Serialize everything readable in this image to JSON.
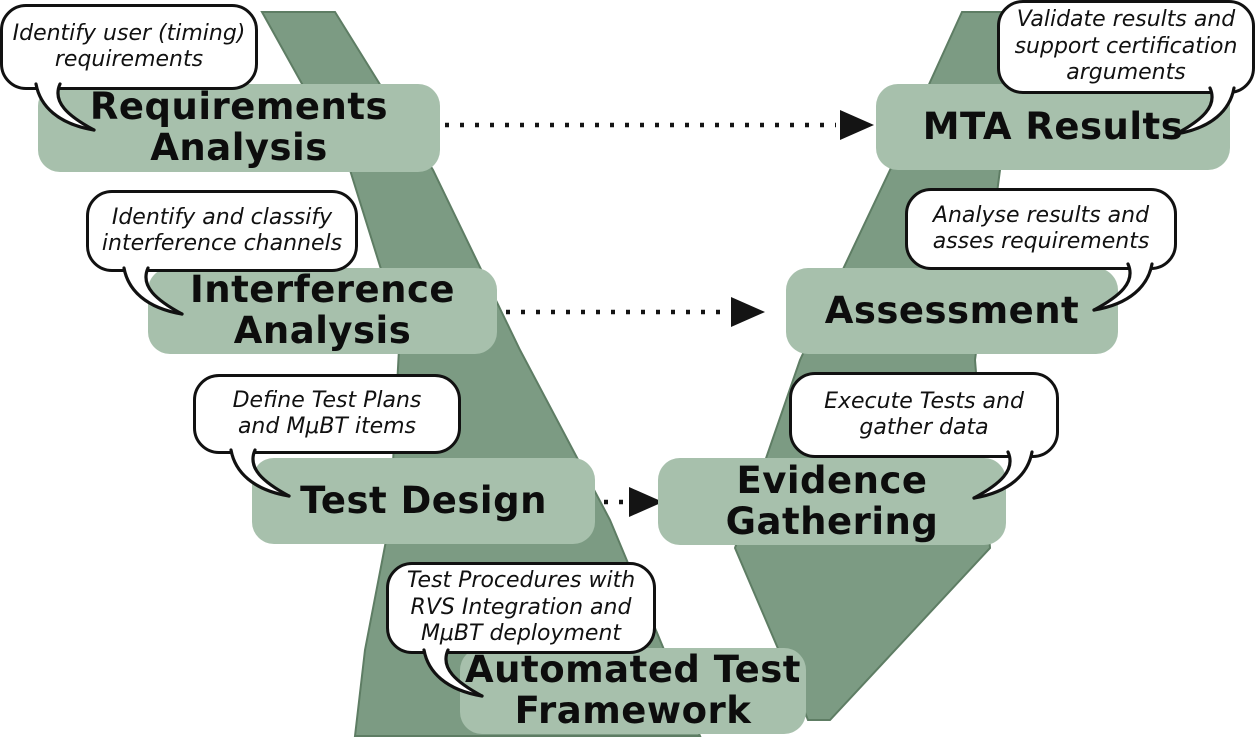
{
  "diagram": {
    "type": "v-model-process",
    "colors": {
      "v_band": "#7c9b83",
      "v_band_edge": "#5e7d64",
      "stage_box": "#a7c0ac",
      "bubble_background": "#ffffff",
      "outline": "#111111"
    }
  },
  "stages": [
    {
      "id": "requirements-analysis",
      "label": "Requirements\nAnalysis",
      "bubble": "Identify user (timing)\nrequirements"
    },
    {
      "id": "interference-analysis",
      "label": "Interference\nAnalysis",
      "bubble": "Identify and classify\ninterference channels"
    },
    {
      "id": "test-design",
      "label": "Test Design",
      "bubble": "Define Test Plans\nand MμBT items"
    },
    {
      "id": "automated-test-framework",
      "label": "Automated Test\nFramework",
      "bubble": "Test Procedures with\nRVS Integration and\nMμBT deployment"
    },
    {
      "id": "evidence-gathering",
      "label": "Evidence\nGathering",
      "bubble": "Execute Tests and\ngather data"
    },
    {
      "id": "assessment",
      "label": "Assessment",
      "bubble": "Analyse results and\nasses requirements"
    },
    {
      "id": "mta-results",
      "label": "MTA Results",
      "bubble": "Validate results and\nsupport certification\narguments"
    }
  ],
  "arrows": [
    {
      "from": "requirements-analysis",
      "to": "mta-results",
      "style": "dotted"
    },
    {
      "from": "interference-analysis",
      "to": "assessment",
      "style": "dotted"
    },
    {
      "from": "test-design",
      "to": "evidence-gathering",
      "style": "dotted"
    }
  ]
}
